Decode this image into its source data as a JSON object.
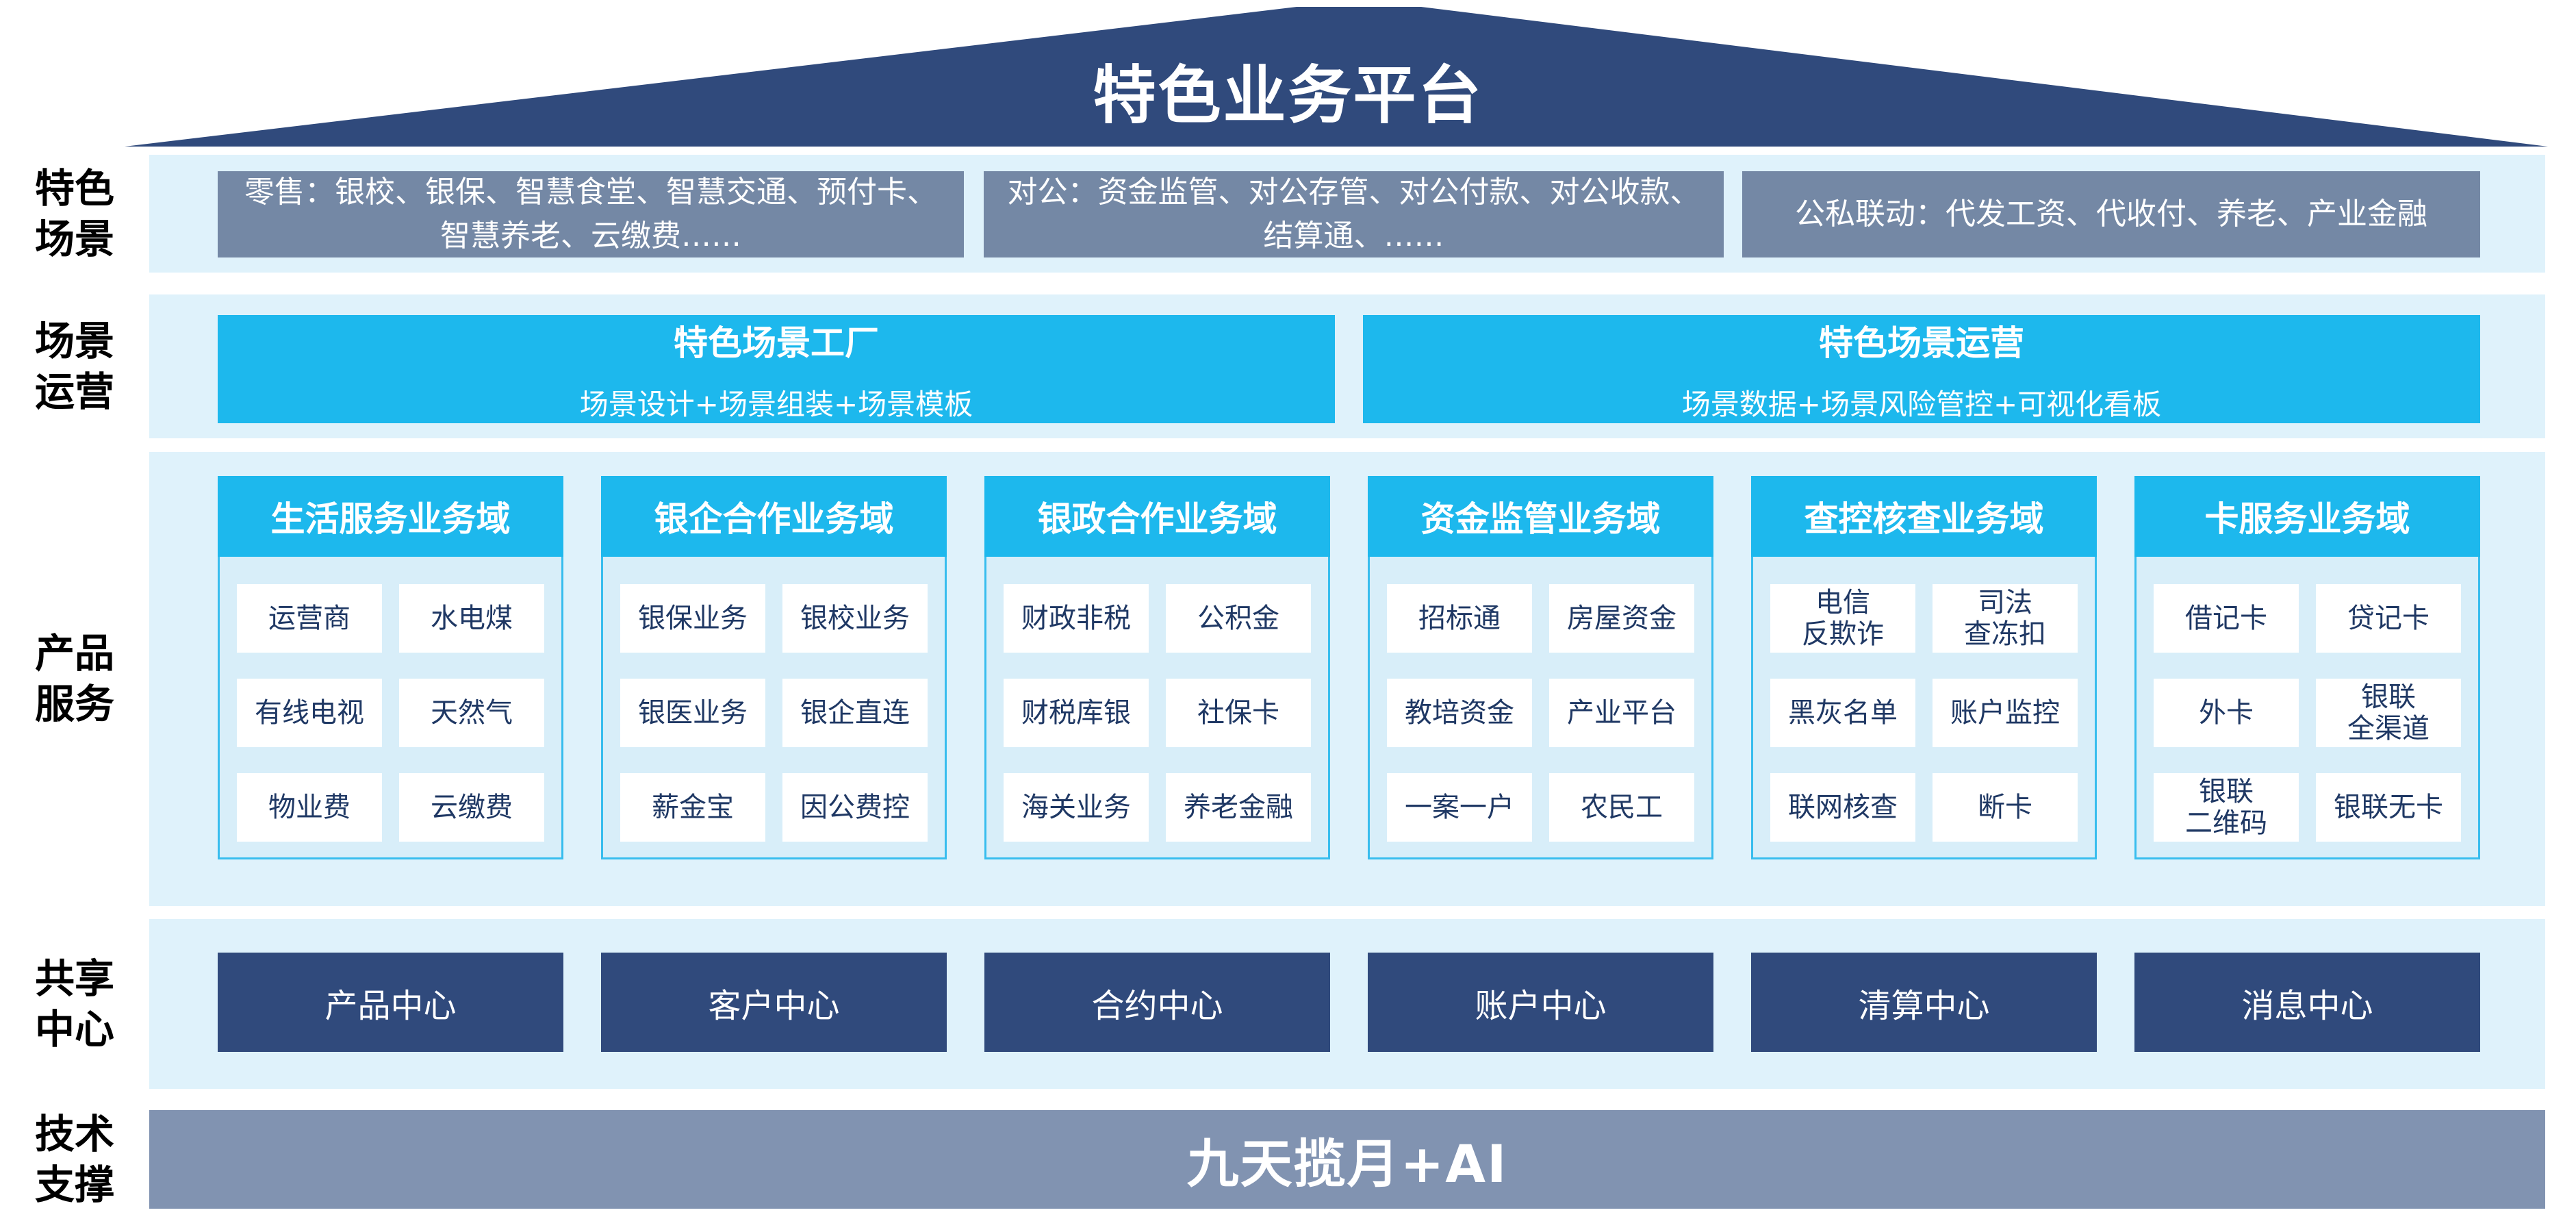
{
  "colors": {
    "roof_navy": "#304A7C",
    "scene_slate": "#7488A5",
    "cyan_accent": "#1DB8ED",
    "band_light_blue": "#DFF2FB",
    "panel_blue": "#D8EEF9",
    "panel_border": "#38BDEE",
    "cell_text_navy": "#1F3864",
    "tech_bar_slate": "#8193B1"
  },
  "roof": {
    "title": "特色业务平台"
  },
  "scene_row": {
    "label": "特色\n场景",
    "boxes": [
      {
        "text": "零售：银校、银保、智慧食堂、智慧交通、预付卡、智慧养老、云缴费……"
      },
      {
        "text": "对公：资金监管、对公存管、对公付款、对公收款、结算通、……"
      },
      {
        "text": "公私联动：代发工资、代收付、养老、产业金融"
      }
    ]
  },
  "operation_row": {
    "label": "场景\n运营",
    "boxes": [
      {
        "title": "特色场景工厂",
        "subtitle": "场景设计+场景组装+场景模板"
      },
      {
        "title": "特色场景运营",
        "subtitle": "场景数据+场景风险管控+可视化看板"
      }
    ]
  },
  "product_row": {
    "label": "产品\n服务",
    "domains": [
      {
        "title": "生活服务业务域",
        "items": [
          "运营商",
          "水电煤",
          "有线电视",
          "天然气",
          "物业费",
          "云缴费"
        ]
      },
      {
        "title": "银企合作业务域",
        "items": [
          "银保业务",
          "银校业务",
          "银医业务",
          "银企直连",
          "薪金宝",
          "因公费控"
        ]
      },
      {
        "title": "银政合作业务域",
        "items": [
          "财政非税",
          "公积金",
          "财税库银",
          "社保卡",
          "海关业务",
          "养老金融"
        ]
      },
      {
        "title": "资金监管业务域",
        "items": [
          "招标通",
          "房屋资金",
          "教培资金",
          "产业平台",
          "一案一户",
          "农民工"
        ]
      },
      {
        "title": "查控核查业务域",
        "items": [
          "电信\n反欺诈",
          "司法\n查冻扣",
          "黑灰名单",
          "账户监控",
          "联网核查",
          "断卡"
        ]
      },
      {
        "title": "卡服务业务域",
        "items": [
          "借记卡",
          "贷记卡",
          "外卡",
          "银联\n全渠道",
          "银联\n二维码",
          "银联无卡"
        ]
      }
    ]
  },
  "shared_row": {
    "label": "共享\n中心",
    "centers": [
      "产品中心",
      "客户中心",
      "合约中心",
      "账户中心",
      "清算中心",
      "消息中心"
    ]
  },
  "tech_row": {
    "label": "技术\n支撑",
    "platform": "九天揽月+AI"
  }
}
